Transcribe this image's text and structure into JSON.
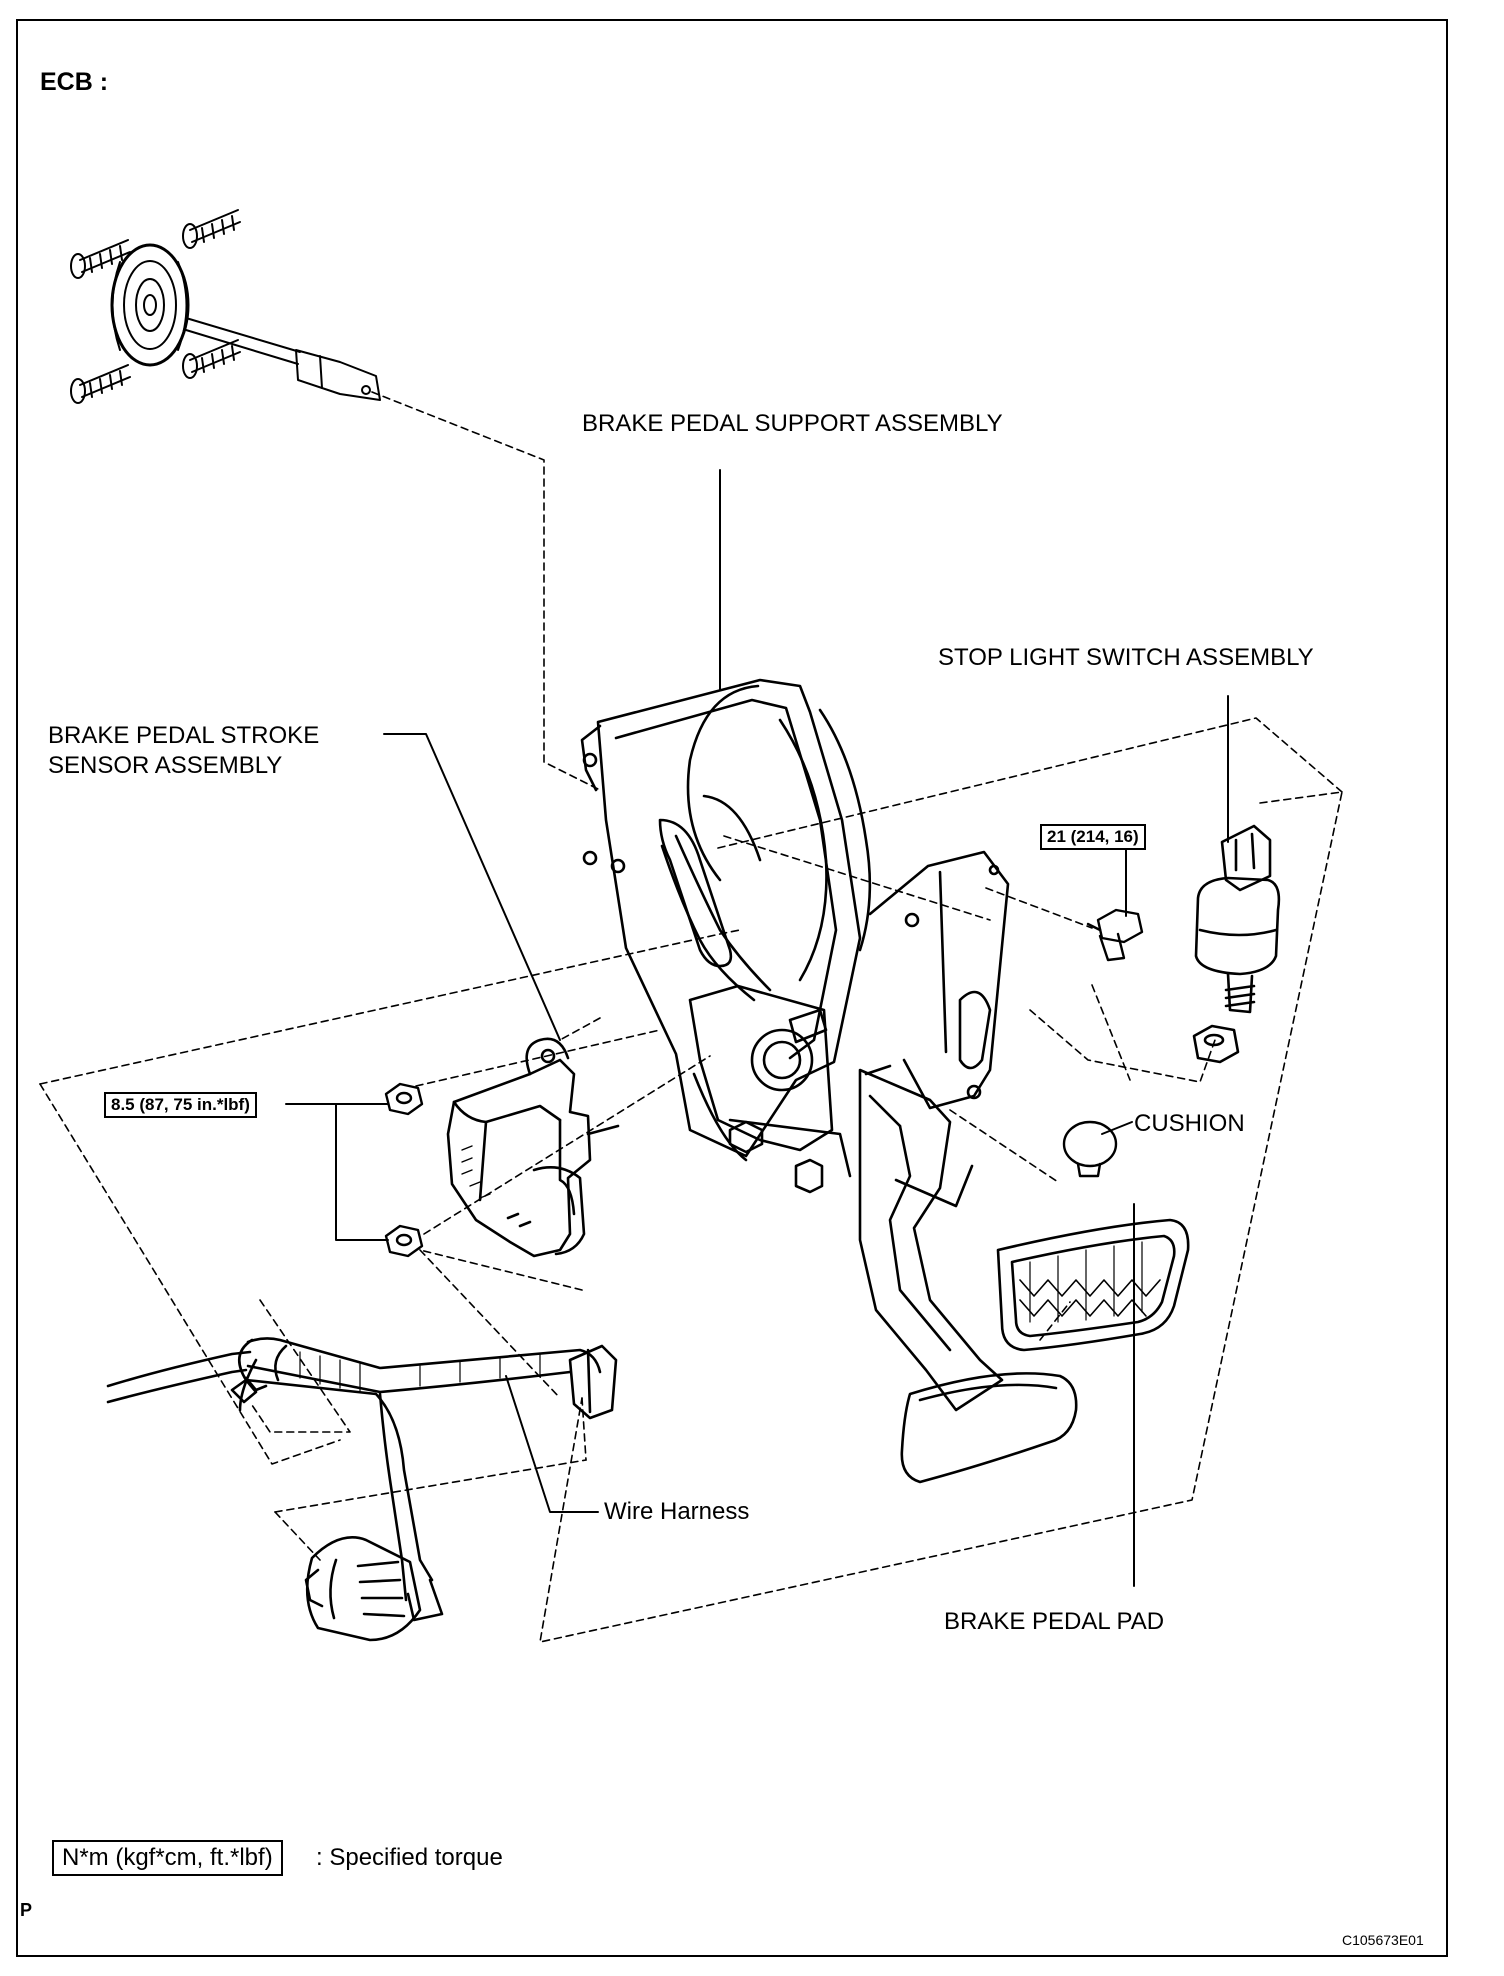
{
  "header": {
    "title": "ECB :"
  },
  "labels": {
    "support_assembly": "BRAKE PEDAL SUPPORT ASSEMBLY",
    "stop_light_switch": "STOP LIGHT SWITCH ASSEMBLY",
    "stroke_sensor_line1": "BRAKE PEDAL STROKE",
    "stroke_sensor_line2": "SENSOR ASSEMBLY",
    "cushion": "CUSHION",
    "wire_harness": "Wire Harness",
    "brake_pedal_pad": "BRAKE PEDAL PAD"
  },
  "torques": {
    "bolt": "21 (214, 16)",
    "nuts": "8.5 (87, 75 in.*lbf)"
  },
  "legend": {
    "box_text": "N*m (kgf*cm, ft.*lbf)",
    "description": ": Specified torque"
  },
  "footer": {
    "corner_mark": "P",
    "figure_code": "C105673E01"
  }
}
